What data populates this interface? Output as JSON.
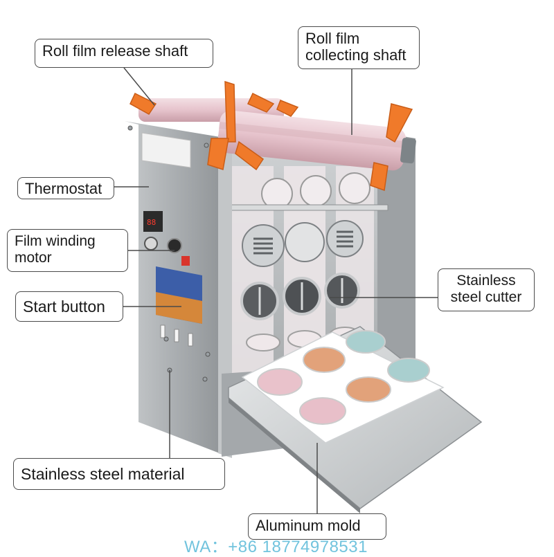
{
  "labels": {
    "roll_film_release_shaft": "Roll film release shaft",
    "roll_film_collecting_shaft": "Roll film\ncollecting shaft",
    "thermostat": "Thermostat",
    "film_winding_motor": "Film winding\nmotor",
    "start_button": "Start button",
    "stainless_steel_cutter": "Stainless\nsteel cutter",
    "stainless_steel_material": "Stainless steel material",
    "aluminum_mold": "Aluminum mold"
  },
  "watermark": "WA：+86 18774978531",
  "colors": {
    "steel": "#b9bcbe",
    "steel_dark": "#8d9194",
    "orange_handle": "#f07a2a",
    "film_pink": "#eecfd6",
    "cup_salmon": "#e2a27a",
    "cup_teal": "#a9cfcf",
    "watermark": "#59b9d8"
  }
}
